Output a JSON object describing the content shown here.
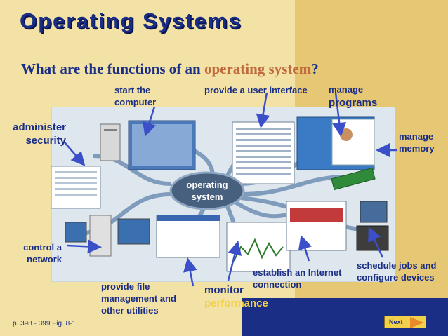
{
  "slide": {
    "title": "Operating Systems",
    "question_prefix": "What are the functions of an ",
    "question_highlight": "operating system",
    "question_suffix": "?",
    "footer_ref": "p. 398 - 399 Fig. 8-1",
    "next_label": "Next"
  },
  "diagram": {
    "center_line1": "operating",
    "center_line2": "system"
  },
  "labels": {
    "start_computer_1": "start the",
    "start_computer_2": "computer",
    "user_interface": "provide a user interface",
    "manage_programs_1": "manage",
    "manage_programs_2": "programs",
    "administer_security_1": "administer",
    "administer_security_2": "security",
    "manage_memory_1": "manage",
    "manage_memory_2": "memory",
    "control_network_1": "control a",
    "control_network_2": "network",
    "schedule_jobs_1": "schedule jobs and",
    "schedule_jobs_2": "configure devices",
    "internet_1": "establish an Internet",
    "internet_2": "connection",
    "file_mgmt_1": "provide file",
    "file_mgmt_2": "management and",
    "file_mgmt_3": "other utilities",
    "monitor_1": "monitor",
    "monitor_2": "performance"
  },
  "colors": {
    "title": "#1a2e86",
    "highlight": "#c0693d",
    "arrow": "#3a4fc8",
    "panel_left": "#f3e2a6",
    "panel_right": "#e6c874",
    "footer_bar": "#1a2e86"
  }
}
